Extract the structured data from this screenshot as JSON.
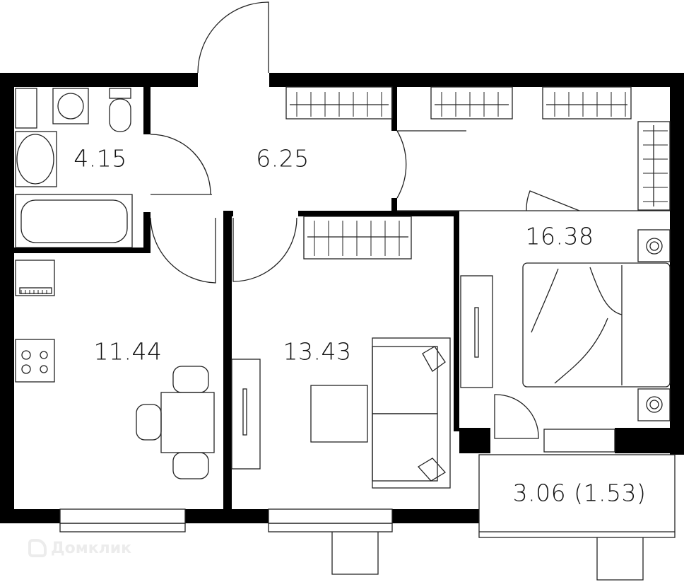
{
  "rooms": [
    {
      "name": "bathroom",
      "area": "4.15"
    },
    {
      "name": "hallway",
      "area": "6.25"
    },
    {
      "name": "bedroom",
      "area": "16.38"
    },
    {
      "name": "kitchen",
      "area": "11.44"
    },
    {
      "name": "living-room",
      "area": "13.43"
    },
    {
      "name": "balcony",
      "area": "3.06 (1.53)"
    }
  ],
  "watermark": "Домклик",
  "colors": {
    "wall": "#000000",
    "line": "#222222",
    "watermark": "#ececec"
  }
}
